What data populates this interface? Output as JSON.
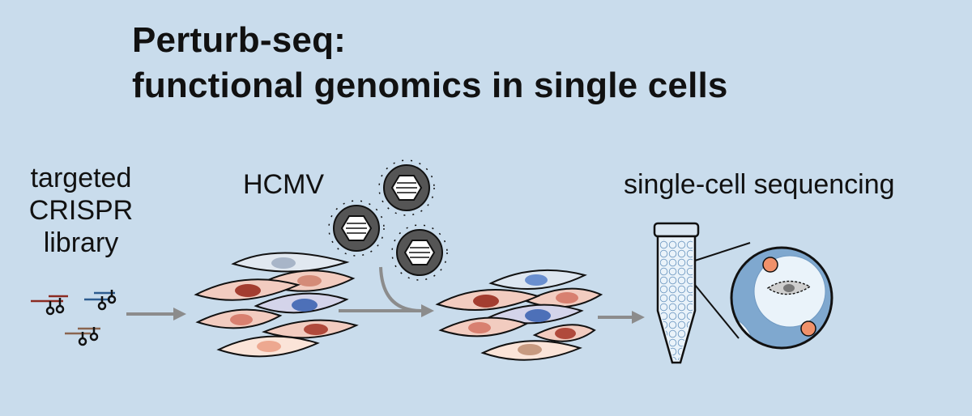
{
  "title": {
    "line1": "Perturb-seq:",
    "line2": "functional genomics in single cells"
  },
  "labels": {
    "library_line1": "targeted",
    "library_line2": "CRISPR",
    "library_line3": "library",
    "virus": "HCMV",
    "sequencing": "single-cell sequencing"
  },
  "colors": {
    "background": "#c9dcec",
    "arrow": "#8c8c8c",
    "outline": "#111111",
    "virus_shell": "#555555",
    "droplet_blue": "#7fa8cf",
    "bead_orange": "#f0916a"
  }
}
